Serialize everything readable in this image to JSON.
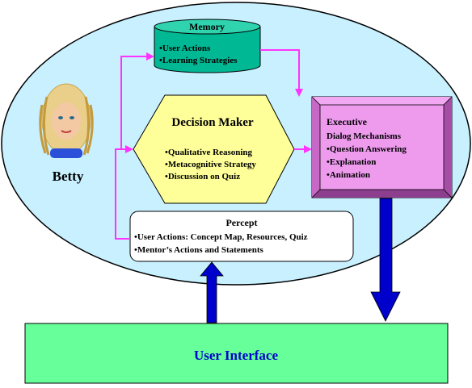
{
  "colors": {
    "ellipse_fill": "#c8f0ff",
    "memory_fill": "#00b894",
    "memory_top": "#2fd4ae",
    "decision_fill": "#ffff99",
    "executive_fill": "#e07ee0",
    "executive_inner": "#ee9bee",
    "percept_fill": "#ffffff",
    "ui_fill": "#66ff99",
    "magenta_arrow": "#ff33ff",
    "blue_arrow": "#0000cc",
    "ui_text": "#0000cc"
  },
  "betty": {
    "name": "Betty"
  },
  "memory": {
    "title": "Memory",
    "items": [
      "•User Actions",
      "•Learning Strategies"
    ]
  },
  "decision_maker": {
    "title": "Decision Maker",
    "items": [
      "•Qualitative Reasoning",
      "•Metacognitive Strategy",
      "•Discussion on Quiz"
    ]
  },
  "executive": {
    "title": "Executive",
    "subtitle": "Dialog Mechanisms",
    "items": [
      "•Question Answering",
      "•Explanation",
      "•Animation"
    ]
  },
  "percept": {
    "title": "Percept",
    "items": [
      "•User Actions: Concept Map, Resources, Quiz",
      "•Mentor’s Actions and Statements"
    ]
  },
  "user_interface": {
    "label": "User Interface"
  }
}
